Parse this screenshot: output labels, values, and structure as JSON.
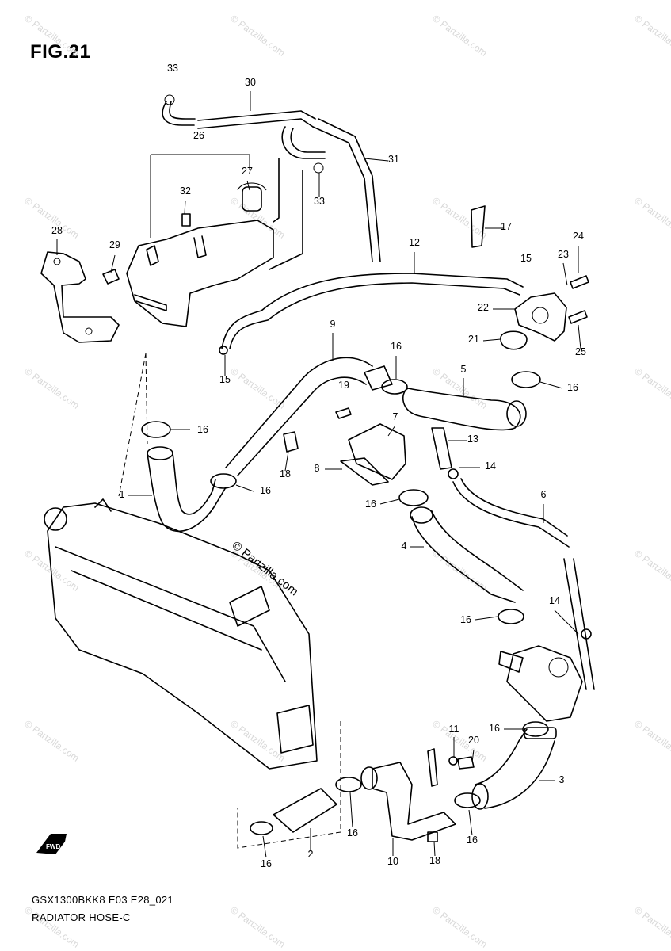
{
  "figure": {
    "title": "FIG.21",
    "model_code": "GSX1300BKK8 E03 E28_021",
    "name": "RADIATOR HOSE-C"
  },
  "copyright": "© Partzilla.com",
  "watermark": "© Partzilla.com",
  "callouts": [
    {
      "id": "c33a",
      "text": "33"
    },
    {
      "id": "c30",
      "text": "30"
    },
    {
      "id": "c26",
      "text": "26"
    },
    {
      "id": "c27",
      "text": "27"
    },
    {
      "id": "c32",
      "text": "32"
    },
    {
      "id": "c33b",
      "text": "33"
    },
    {
      "id": "c31",
      "text": "31"
    },
    {
      "id": "c28",
      "text": "28"
    },
    {
      "id": "c29",
      "text": "29"
    },
    {
      "id": "c17",
      "text": "17"
    },
    {
      "id": "c12",
      "text": "12"
    },
    {
      "id": "c15a",
      "text": "15"
    },
    {
      "id": "c23",
      "text": "23"
    },
    {
      "id": "c24",
      "text": "24"
    },
    {
      "id": "c22",
      "text": "22"
    },
    {
      "id": "c25",
      "text": "25"
    },
    {
      "id": "c21",
      "text": "21"
    },
    {
      "id": "c15b",
      "text": "15"
    },
    {
      "id": "c9",
      "text": "9"
    },
    {
      "id": "c16a",
      "text": "16"
    },
    {
      "id": "c5",
      "text": "5"
    },
    {
      "id": "c16b",
      "text": "16"
    },
    {
      "id": "c19",
      "text": "19"
    },
    {
      "id": "c7",
      "text": "7"
    },
    {
      "id": "c16c",
      "text": "16"
    },
    {
      "id": "c13",
      "text": "13"
    },
    {
      "id": "c14a",
      "text": "14"
    },
    {
      "id": "c18a",
      "text": "18"
    },
    {
      "id": "c8",
      "text": "8"
    },
    {
      "id": "c1",
      "text": "1"
    },
    {
      "id": "c16d",
      "text": "16"
    },
    {
      "id": "c16e",
      "text": "16"
    },
    {
      "id": "c6",
      "text": "6"
    },
    {
      "id": "c4",
      "text": "4"
    },
    {
      "id": "c14b",
      "text": "14"
    },
    {
      "id": "c16f",
      "text": "16"
    },
    {
      "id": "c16g",
      "text": "16"
    },
    {
      "id": "c11",
      "text": "11"
    },
    {
      "id": "c20",
      "text": "20"
    },
    {
      "id": "c3",
      "text": "3"
    },
    {
      "id": "c16h",
      "text": "16"
    },
    {
      "id": "c16i",
      "text": "16"
    },
    {
      "id": "c16j",
      "text": "16"
    },
    {
      "id": "c2",
      "text": "2"
    },
    {
      "id": "c10",
      "text": "10"
    },
    {
      "id": "c18b",
      "text": "18"
    }
  ]
}
